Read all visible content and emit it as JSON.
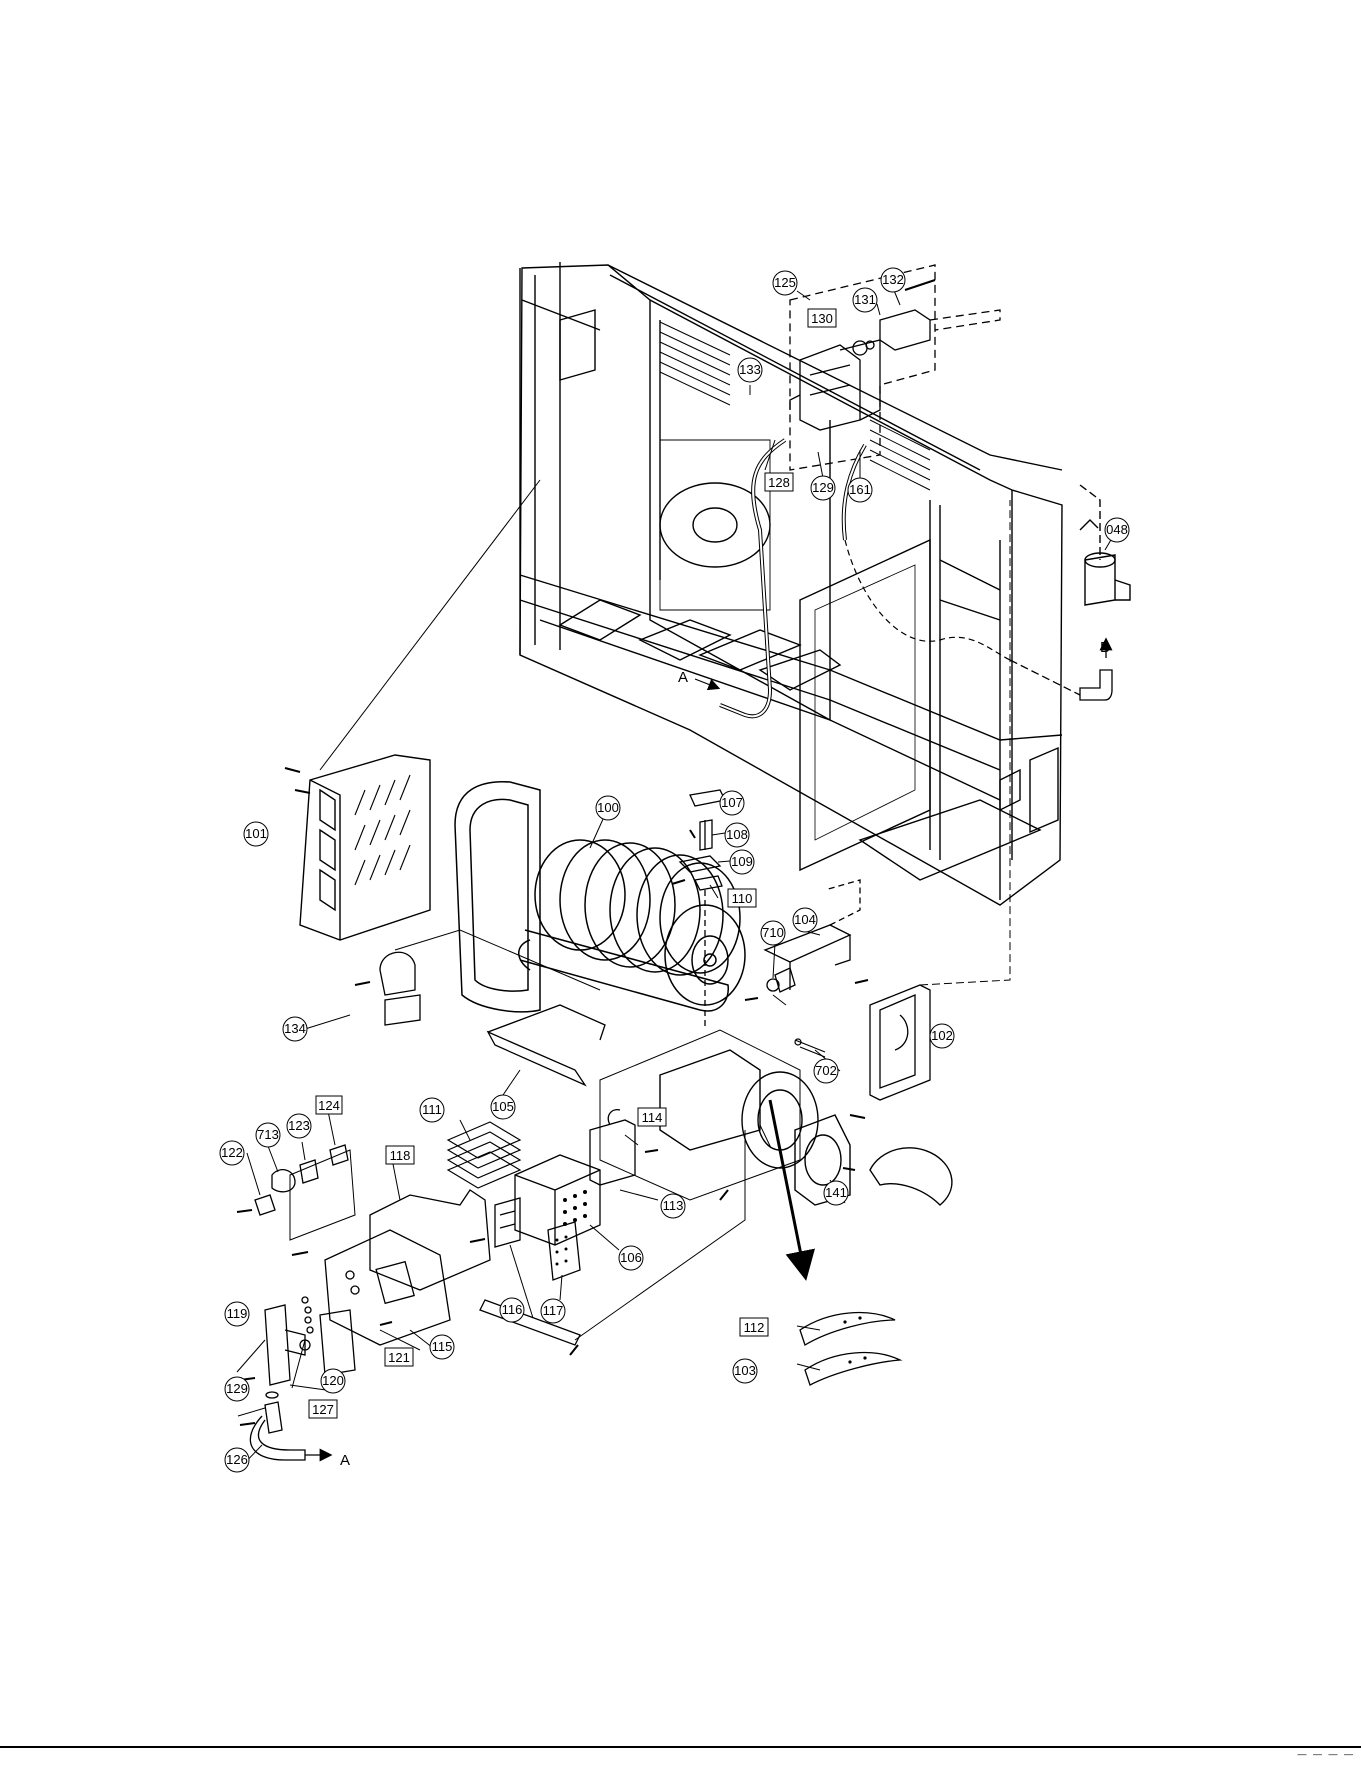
{
  "diagram": {
    "callouts_circle": [
      "100",
      "101",
      "102",
      "103",
      "104",
      "105",
      "106",
      "107",
      "108",
      "109",
      "111",
      "113",
      "115",
      "116",
      "117",
      "119",
      "120",
      "122",
      "123",
      "125",
      "126",
      "129",
      "131",
      "132",
      "133",
      "134",
      "141",
      "161",
      "048",
      "702",
      "710",
      "713"
    ],
    "callouts_box": [
      "110",
      "112",
      "114",
      "118",
      "121",
      "124",
      "127",
      "128",
      "129",
      "130"
    ],
    "arrow_labels": {
      "a": "A",
      "b": "B"
    }
  },
  "footer": {
    "mark": "— — — —"
  }
}
